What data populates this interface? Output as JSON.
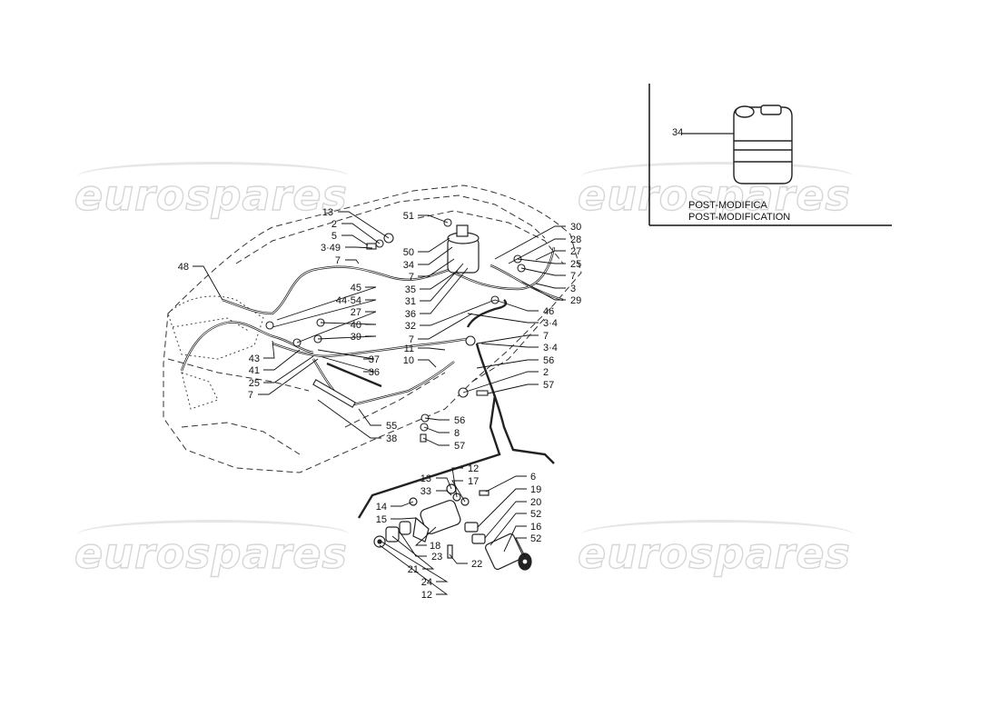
{
  "watermark": "eurospares",
  "inset": {
    "part_number": "34",
    "note_line1": "POST-MODIFICA",
    "note_line2": "POST-MODIFICATION",
    "icon": "fuel-canister-icon"
  },
  "callouts": [
    "13",
    "2",
    "5",
    "3·49",
    "7",
    "48",
    "51",
    "50",
    "34",
    "7",
    "35",
    "31",
    "36",
    "32",
    "7",
    "45",
    "44·54",
    "27",
    "40",
    "39",
    "43",
    "41",
    "37",
    "36",
    "25",
    "7",
    "11",
    "10",
    "55",
    "38",
    "30",
    "28",
    "27",
    "25",
    "7",
    "3",
    "29",
    "46",
    "3·4",
    "7",
    "3·4",
    "56",
    "2",
    "57",
    "56",
    "8",
    "57",
    "13",
    "12",
    "17",
    "6",
    "33",
    "14",
    "15",
    "19",
    "20",
    "52",
    "16",
    "52",
    "18",
    "23",
    "21",
    "24",
    "12",
    "22"
  ]
}
